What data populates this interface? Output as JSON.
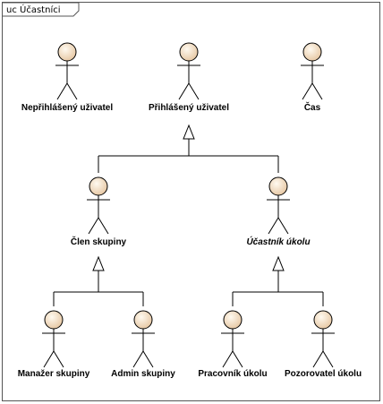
{
  "diagram": {
    "type": "uc",
    "title": "Účastníci",
    "colors": {
      "head_light": "#fffaf0",
      "head_dark": "#e7c9a6",
      "line": "#000000",
      "frame": "#555555"
    },
    "actors": [
      {
        "id": "neprihlaseny",
        "label": "Nepřihlášený uživatel",
        "abstract": false
      },
      {
        "id": "prihlaseny",
        "label": "Přihlášený uživatel",
        "abstract": false
      },
      {
        "id": "cas",
        "label": "Čas",
        "abstract": false
      },
      {
        "id": "clen",
        "label": "Člen skupiny",
        "abstract": false
      },
      {
        "id": "ucastnik",
        "label": "Účastník úkolu",
        "abstract": true
      },
      {
        "id": "manazer",
        "label": "Manažer skupiny",
        "abstract": false
      },
      {
        "id": "admin",
        "label": "Admin skupiny",
        "abstract": false
      },
      {
        "id": "pracovnik",
        "label": "Pracovník úkolu",
        "abstract": false
      },
      {
        "id": "pozorovatel",
        "label": "Pozorovatel úkolu",
        "abstract": false
      }
    ],
    "generalizations": [
      {
        "parent": "prihlaseny",
        "children": [
          "clen",
          "ucastnik"
        ]
      },
      {
        "parent": "clen",
        "children": [
          "manazer",
          "admin"
        ]
      },
      {
        "parent": "ucastnik",
        "children": [
          "pracovnik",
          "pozorovatel"
        ]
      }
    ]
  }
}
